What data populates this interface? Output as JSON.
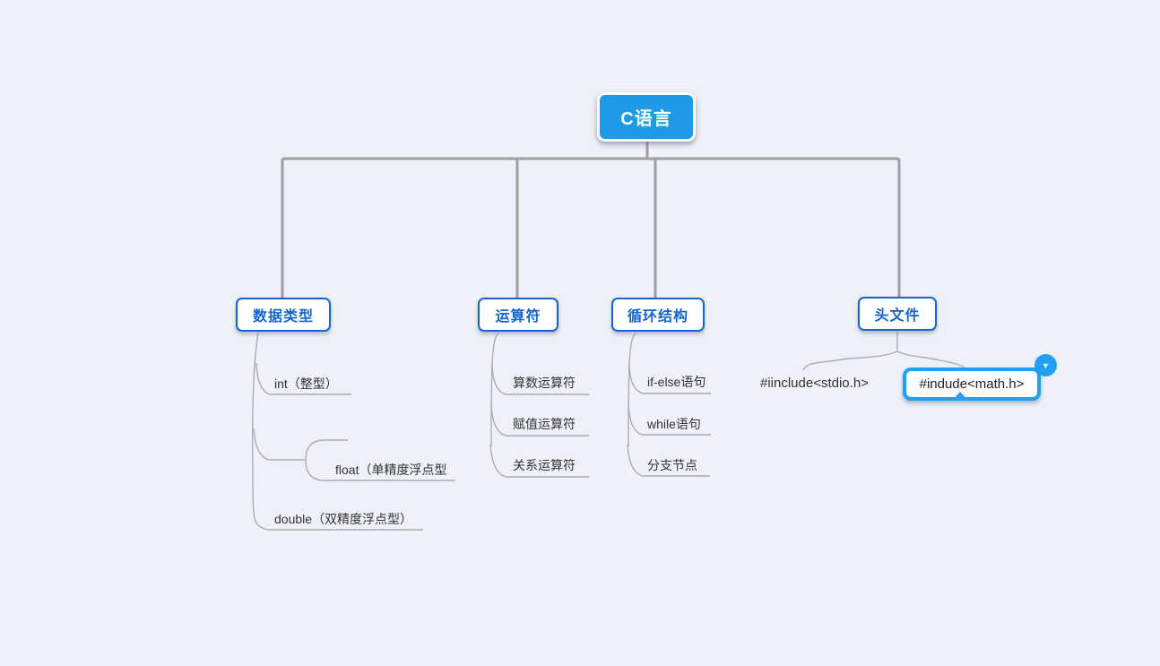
{
  "app": {
    "type": "mind-map-canvas",
    "background_color": "#eef1f9"
  },
  "mindmap": {
    "root": {
      "label": "C语言"
    },
    "branches": [
      {
        "label": "数据类型",
        "children": [
          {
            "label": "int（整型）"
          },
          {
            "label": "float（单精度浮点型"
          },
          {
            "label": "double（双精度浮点型）"
          }
        ]
      },
      {
        "label": "运算符",
        "children": [
          {
            "label": "算数运算符"
          },
          {
            "label": "赋值运算符"
          },
          {
            "label": "关系运算符"
          }
        ]
      },
      {
        "label": "循环结构",
        "children": [
          {
            "label": "if-else语句"
          },
          {
            "label": "while语句"
          },
          {
            "label": "分支节点"
          }
        ]
      },
      {
        "label": "头文件",
        "children": [
          {
            "label": "#iinclude<stdio.h>"
          },
          {
            "label": "#indude<math.h>",
            "selected": true
          }
        ]
      }
    ],
    "expander": {
      "glyph": "▼"
    },
    "colors": {
      "root_fill": "#1d9be6",
      "branch_border": "#1565d0",
      "selection_blue": "#22a0f0",
      "connector_gray": "#9e9e9e"
    }
  }
}
